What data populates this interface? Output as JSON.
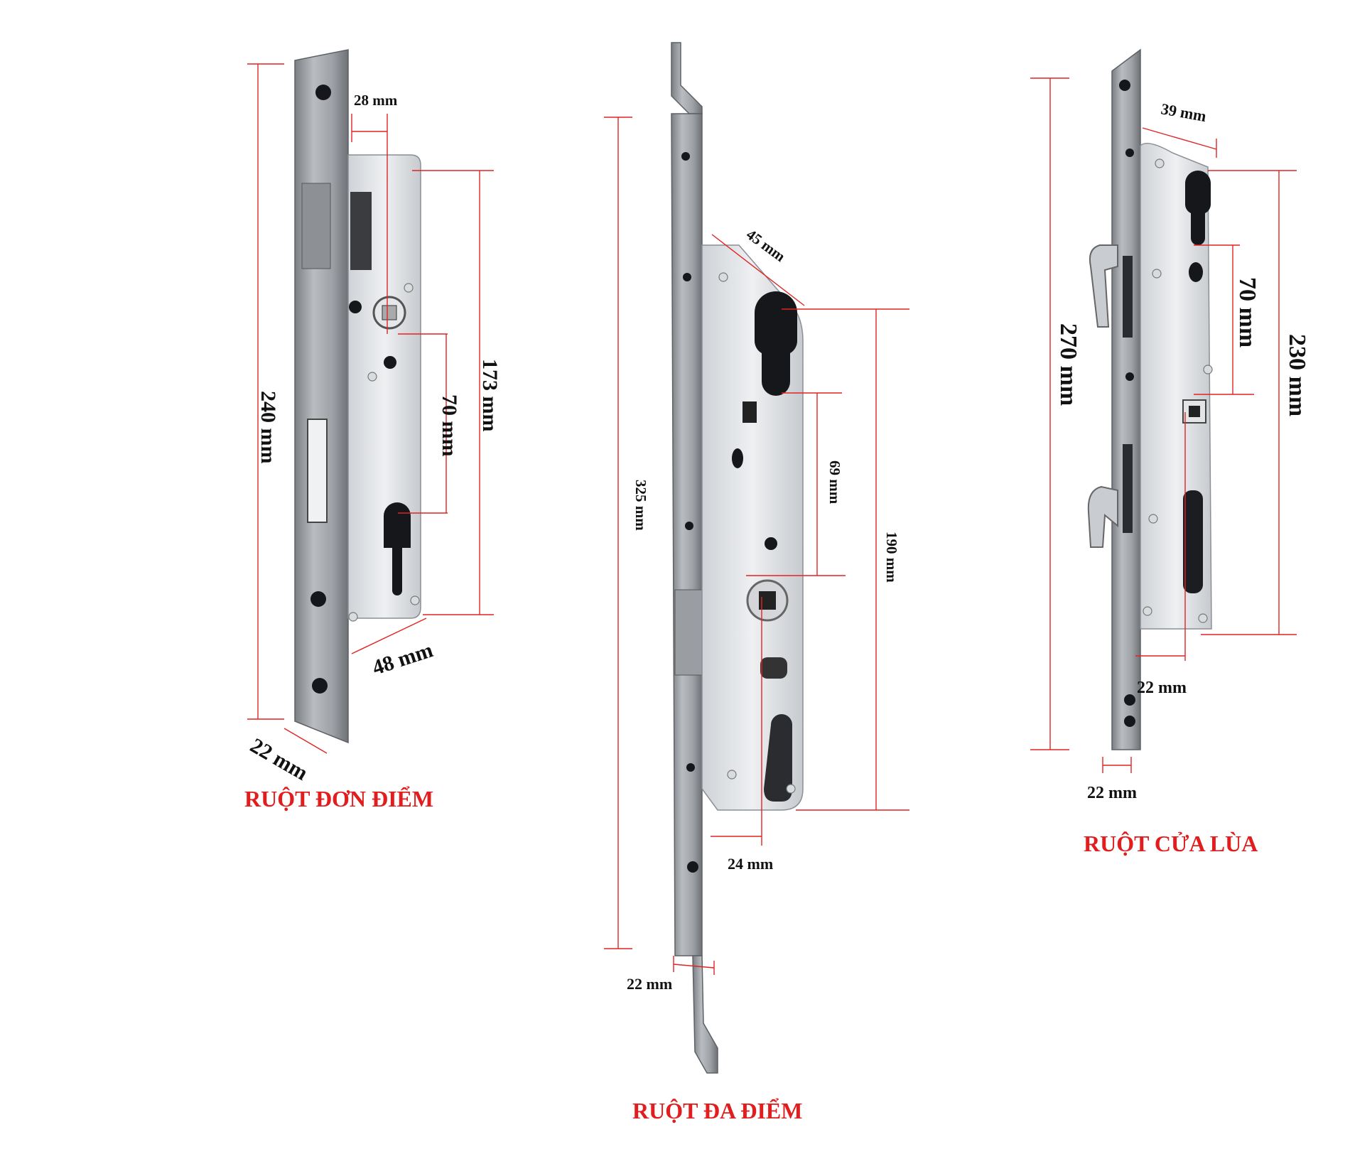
{
  "locks": [
    {
      "title": "RUỘT ĐƠN ĐIỂM",
      "dims": {
        "height": "240 mm",
        "backset": "28 mm",
        "body_height": "173 mm",
        "center": "70 mm",
        "depth": "48 mm",
        "faceplate": "22 mm"
      }
    },
    {
      "title": "RUỘT ĐA ĐIỂM",
      "dims": {
        "depth": "45 mm",
        "height": "325 mm",
        "center": "69 mm",
        "body_height": "190 mm",
        "backset": "24 mm",
        "faceplate": "22 mm"
      }
    },
    {
      "title": "RUỘT CỬA LÙA",
      "dims": {
        "depth": "39 mm",
        "height": "270 mm",
        "center": "70 mm",
        "body_height": "230 mm",
        "backset": "22 mm",
        "faceplate": "22 mm"
      }
    }
  ]
}
